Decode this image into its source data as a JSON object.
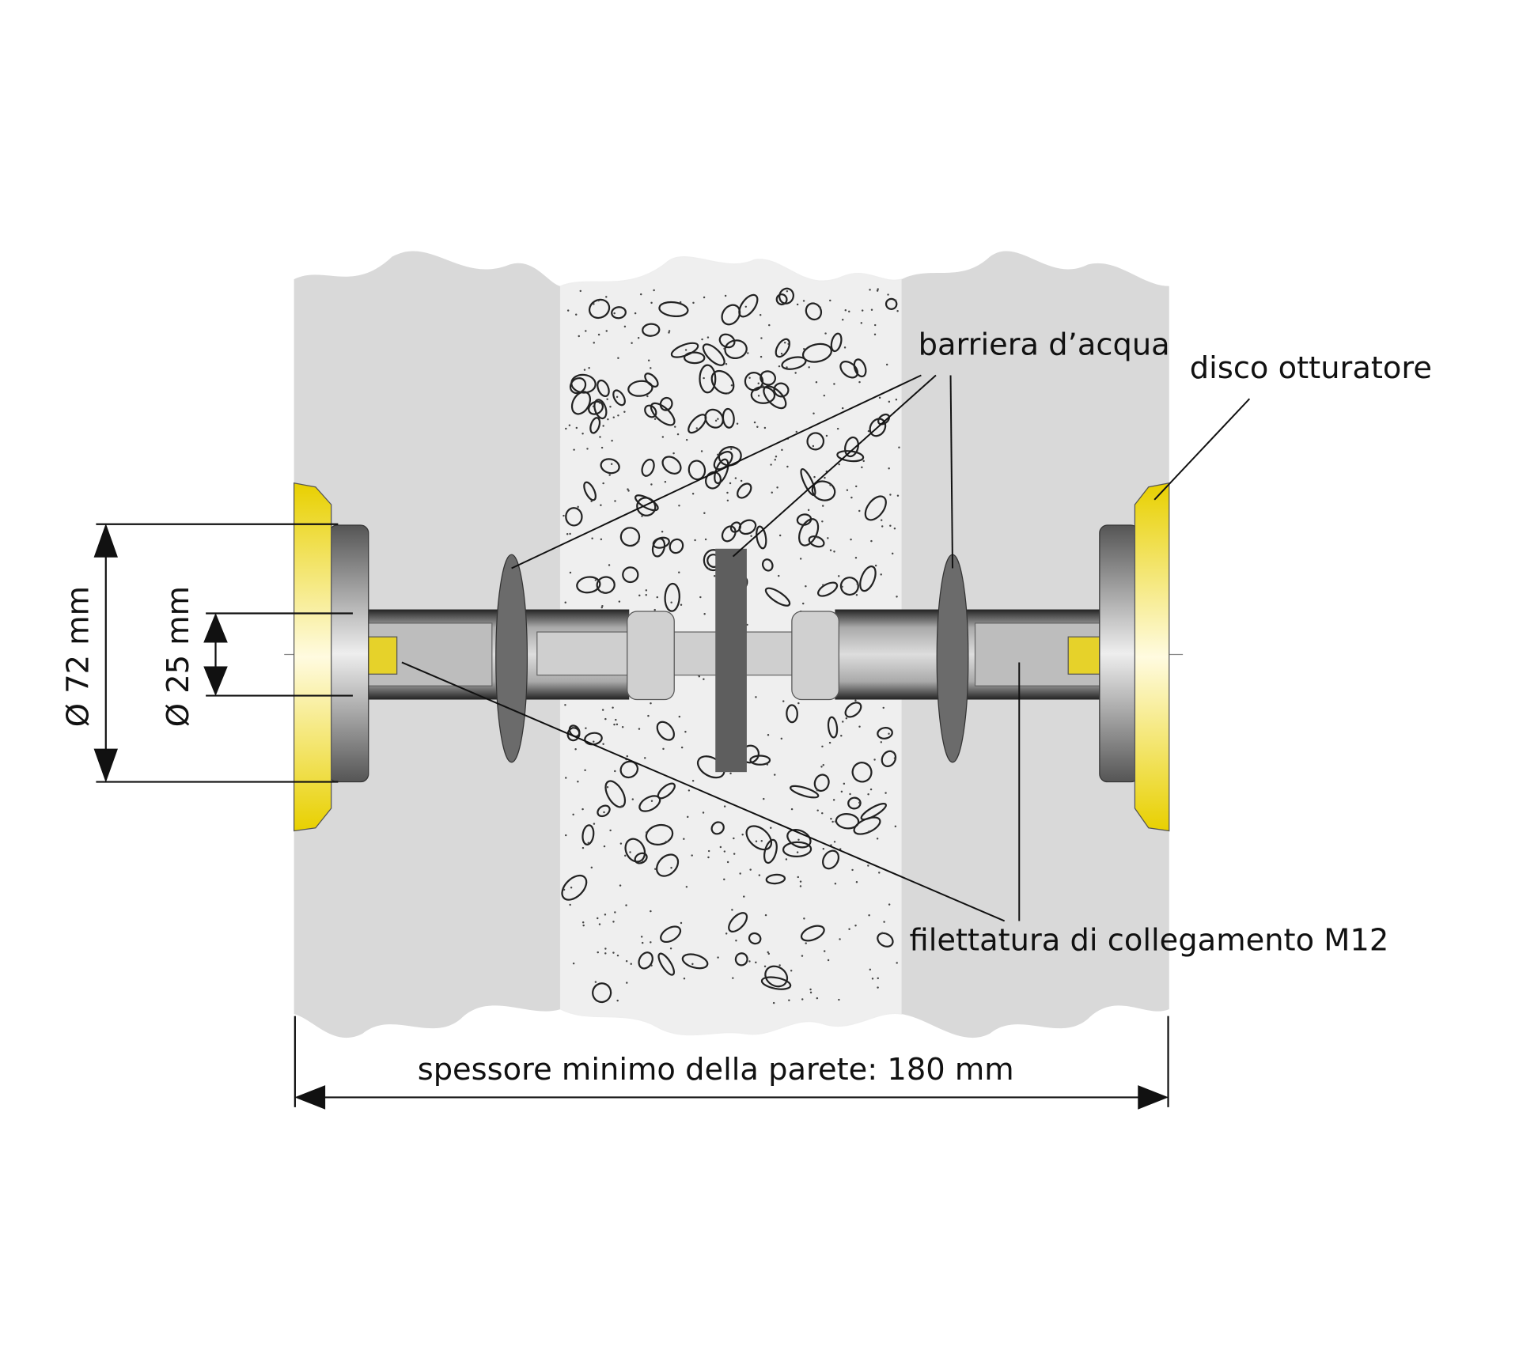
{
  "labels": {
    "water_barrier": "barriera d’acqua",
    "sealing_disc": "disco otturatore",
    "connection_thread": "filettatura di collegamento M12",
    "min_wall_thickness": "spessore minimo della parete: 180 mm",
    "outer_diameter": "Ø 72 mm",
    "inner_diameter": "Ø 25 mm"
  },
  "colors": {
    "wall": "#d9d9d9",
    "concrete": "#efefef",
    "sealing_disc": "#f2e10f",
    "barrier": "#6b6b6b",
    "plate": "#5e5e5e"
  }
}
